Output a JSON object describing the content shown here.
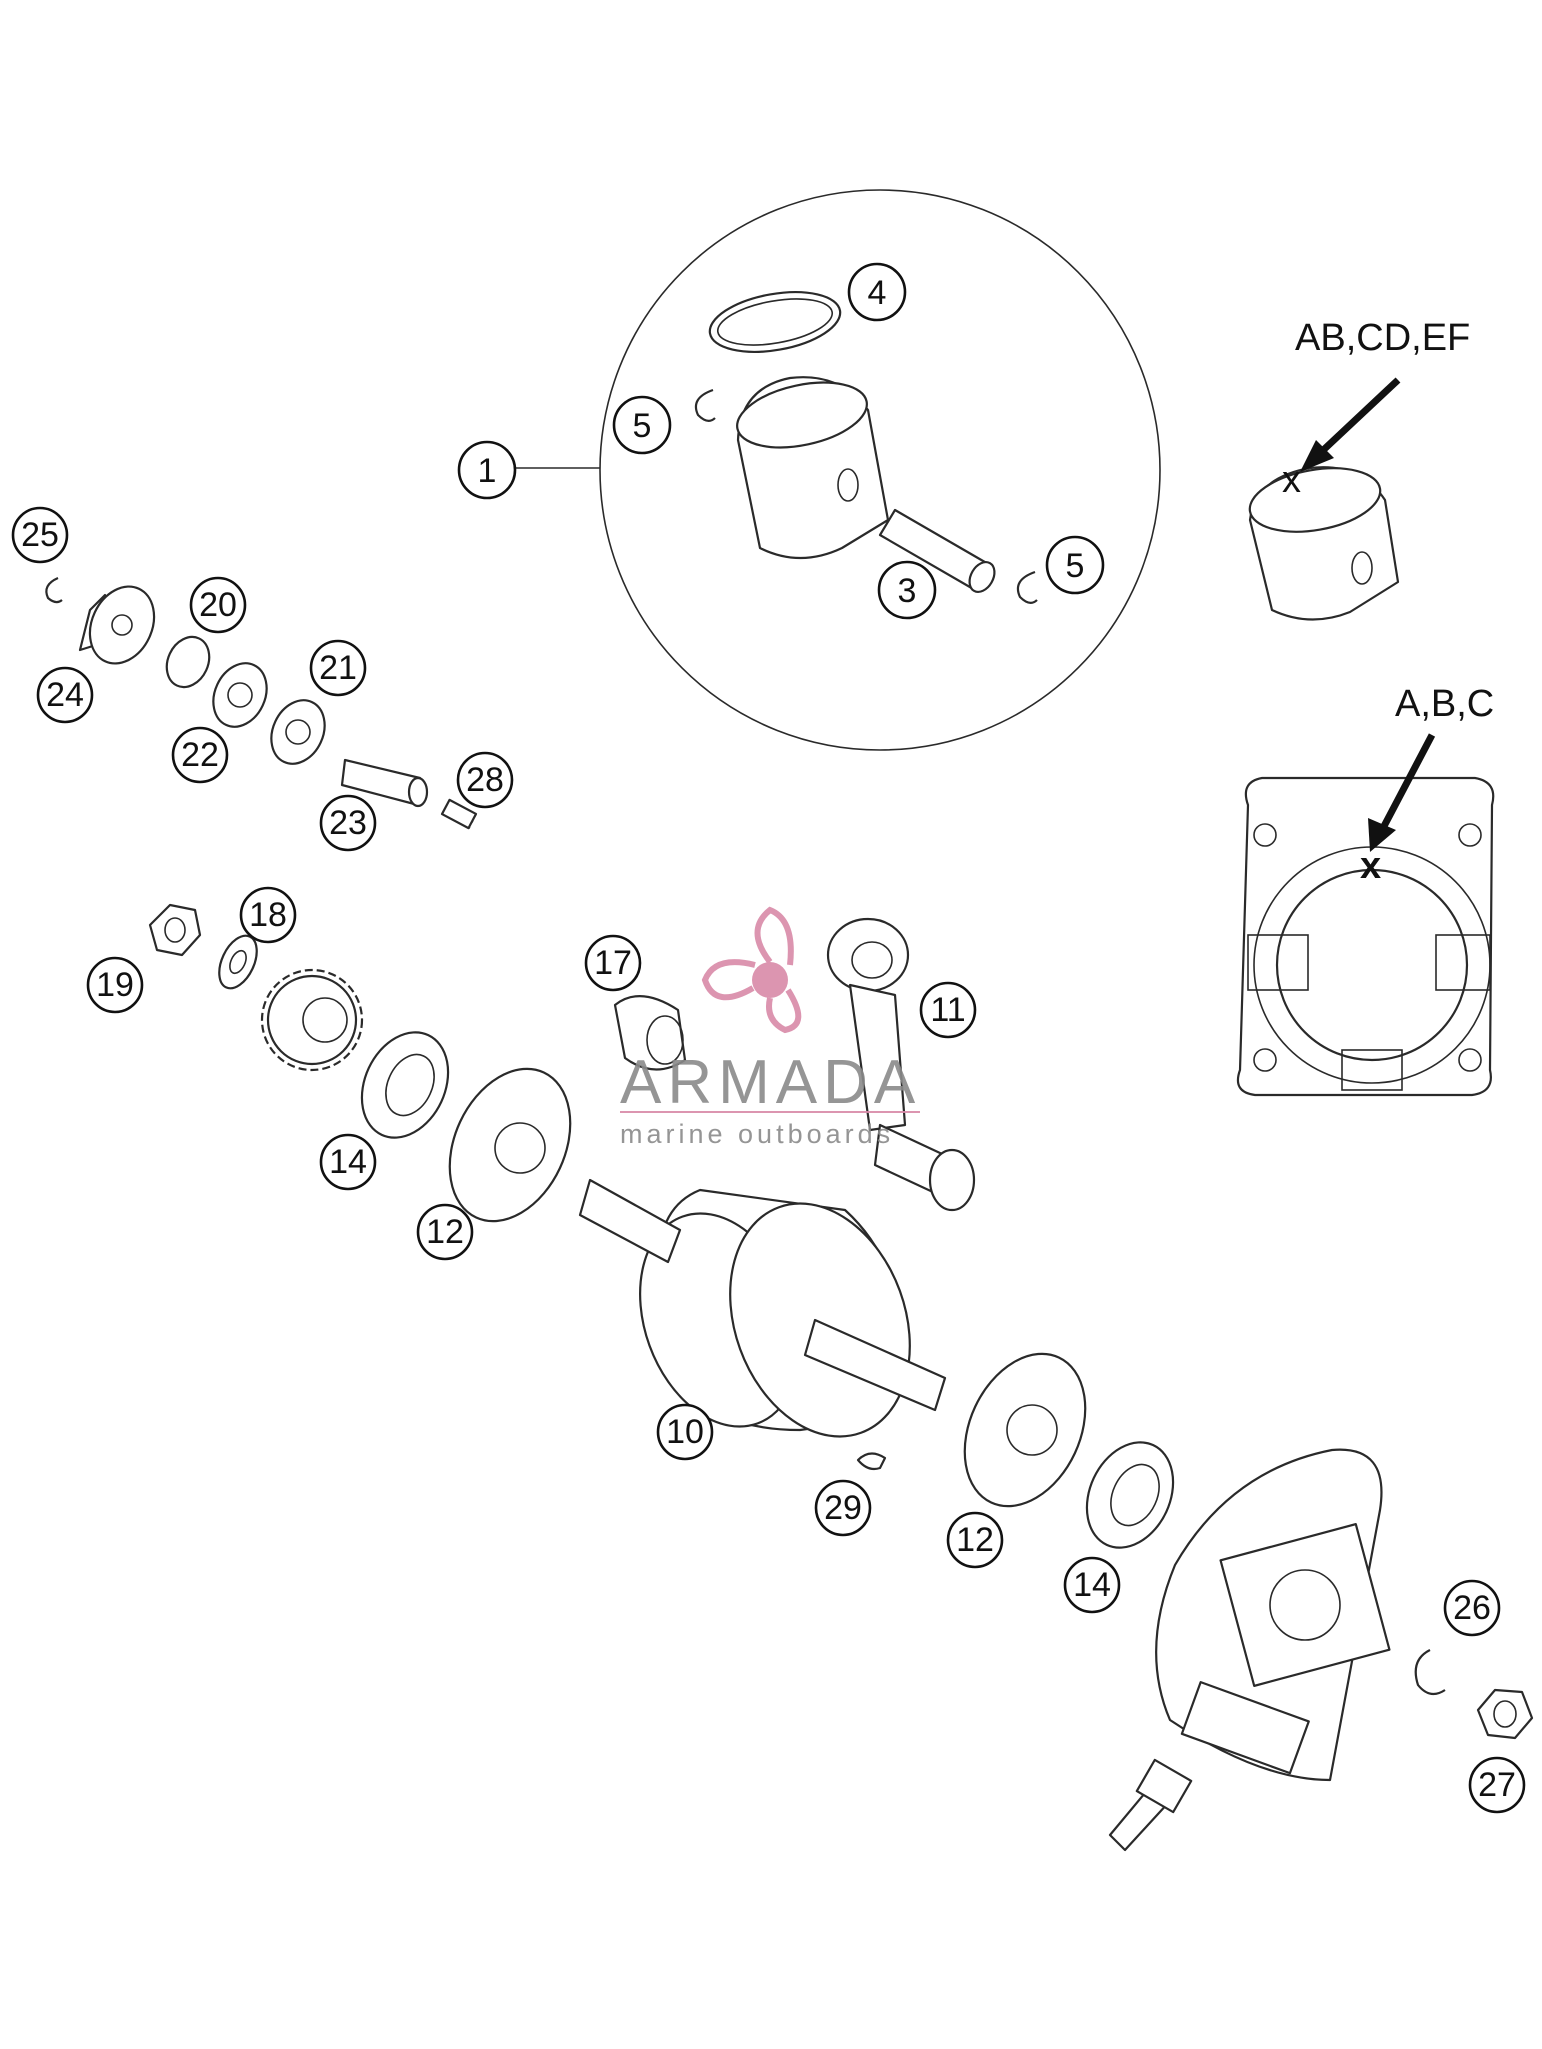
{
  "diagram": {
    "callouts": {
      "c1": "1",
      "c3": "3",
      "c4": "4",
      "c5a": "5",
      "c5b": "5",
      "c10": "10",
      "c11": "11",
      "c12a": "12",
      "c12b": "12",
      "c14a": "14",
      "c14b": "14",
      "c17": "17",
      "c18": "18",
      "c19": "19",
      "c20": "20",
      "c21": "21",
      "c22": "22",
      "c23": "23",
      "c24": "24",
      "c25": "25",
      "c26": "26",
      "c27": "27",
      "c28": "28",
      "c29": "29"
    },
    "piston_marking_label": "AB,CD,EF",
    "cylinder_marking_label": "A,B,C",
    "mark_symbol": "x"
  },
  "watermark": {
    "name": "ARMADA",
    "tagline": "marine outboards",
    "color": "#d98aa8"
  },
  "colors": {
    "line": "#2a2a2a",
    "background": "#ffffff"
  }
}
